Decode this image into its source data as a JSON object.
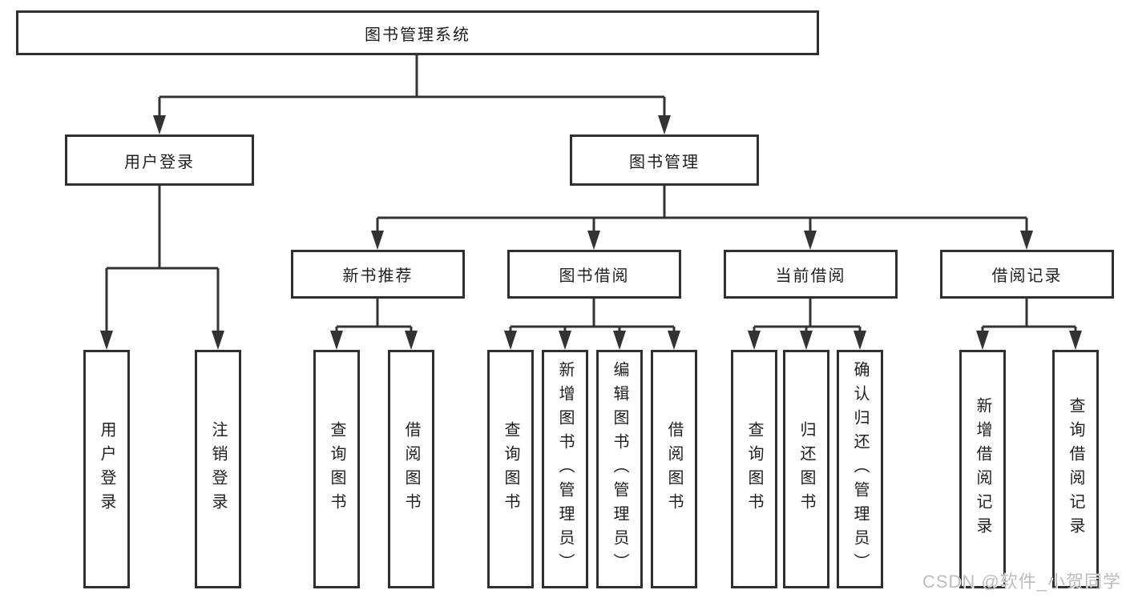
{
  "diagram": {
    "root": {
      "label": "图书管理系统"
    },
    "level2": [
      {
        "id": "user-login",
        "label": "用户登录"
      },
      {
        "id": "book-management",
        "label": "图书管理"
      }
    ],
    "level3": [
      {
        "id": "new-book-recommend",
        "label": "新书推荐"
      },
      {
        "id": "book-borrow",
        "label": "图书借阅"
      },
      {
        "id": "current-borrow",
        "label": "当前借阅"
      },
      {
        "id": "borrow-records",
        "label": "借阅记录"
      }
    ],
    "leaves": [
      {
        "id": "leaf-user-login",
        "label": "用户登录"
      },
      {
        "id": "leaf-logout",
        "label": "注销登录"
      },
      {
        "id": "leaf-query-books-recommend",
        "label": "查询图书"
      },
      {
        "id": "leaf-borrow-books-recommend",
        "label": "借阅图书"
      },
      {
        "id": "leaf-query-books-borrow",
        "label": "查询图书"
      },
      {
        "id": "leaf-add-books-admin",
        "label": "新增图书（管理员）"
      },
      {
        "id": "leaf-edit-books-admin",
        "label": "编辑图书（管理员）"
      },
      {
        "id": "leaf-borrow-books-borrow",
        "label": "借阅图书"
      },
      {
        "id": "leaf-query-books-current",
        "label": "查询图书"
      },
      {
        "id": "leaf-return-books",
        "label": "归还图书"
      },
      {
        "id": "leaf-confirm-return-admin",
        "label": "确认归还（管理员）"
      },
      {
        "id": "leaf-add-borrow-record",
        "label": "新增借阅记录"
      },
      {
        "id": "leaf-query-borrow-record",
        "label": "查询借阅记录"
      }
    ]
  },
  "watermark": {
    "text": "CSDN @软件_小贺同学"
  },
  "colors": {
    "line": "#333333",
    "box_border": "#2f2f2f",
    "box_background": "#ffffff",
    "text": "#1f1f1f",
    "watermark": "#bdbdbd",
    "background": "#ffffff"
  }
}
